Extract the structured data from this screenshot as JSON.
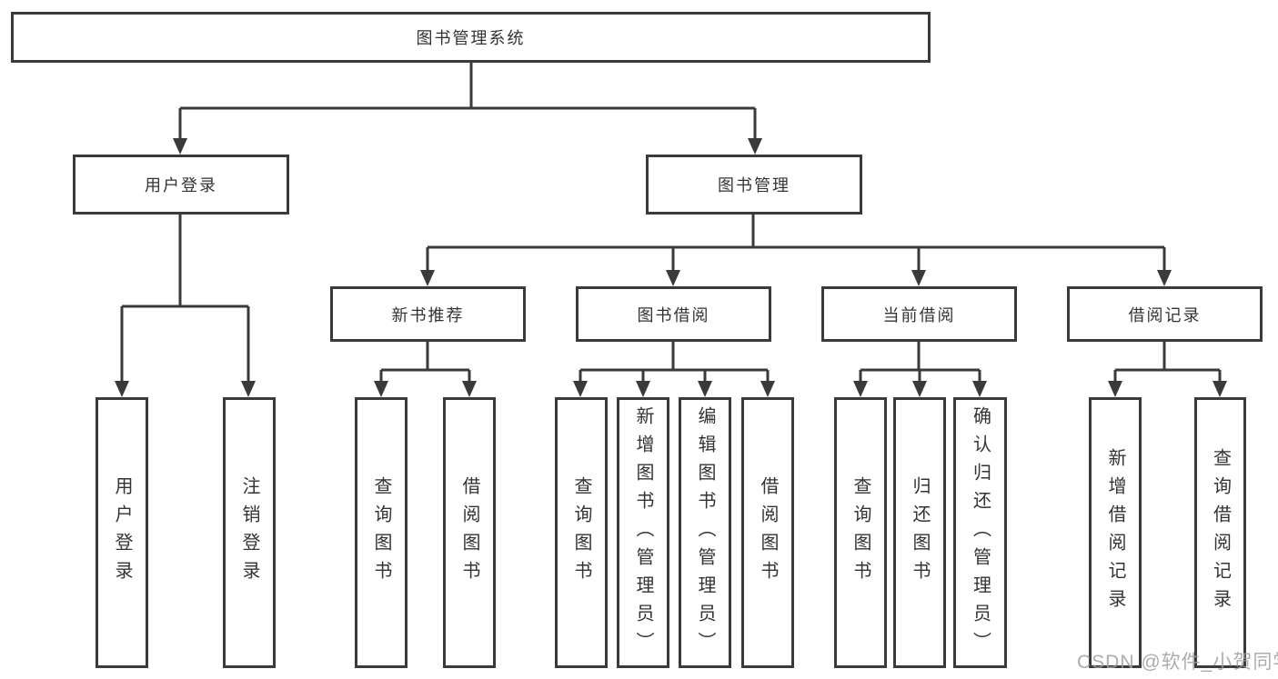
{
  "diagram": {
    "root": {
      "label": "图书管理系统"
    },
    "level2": [
      {
        "label": "用户登录"
      },
      {
        "label": "图书管理"
      }
    ],
    "level3": [
      {
        "label": "新书推荐"
      },
      {
        "label": "图书借阅"
      },
      {
        "label": "当前借阅"
      },
      {
        "label": "借阅记录"
      }
    ],
    "leaves": {
      "user_login": [
        {
          "label": "用户登录"
        },
        {
          "label": "注销登录"
        }
      ],
      "new_book_recommendation": [
        {
          "label": "查询图书"
        },
        {
          "label": "借阅图书"
        }
      ],
      "book_borrowing": [
        {
          "label": "查询图书"
        },
        {
          "label": "新增图书（管理员）"
        },
        {
          "label": "编辑图书（管理员）"
        },
        {
          "label": "借阅图书"
        }
      ],
      "current_borrowing": [
        {
          "label": "查询图书"
        },
        {
          "label": "归还图书"
        },
        {
          "label": "确认归还（管理员）"
        }
      ],
      "borrowing_records": [
        {
          "label": "新增借阅记录"
        },
        {
          "label": "查询借阅记录"
        }
      ]
    }
  },
  "watermark": {
    "text": "CSDN @软件_小贺同学"
  },
  "colors": {
    "line": "#3a3a3a",
    "text": "#333333",
    "box_background": "#ffffff",
    "watermark": "#9e9e9e",
    "background": "#ffffff"
  }
}
